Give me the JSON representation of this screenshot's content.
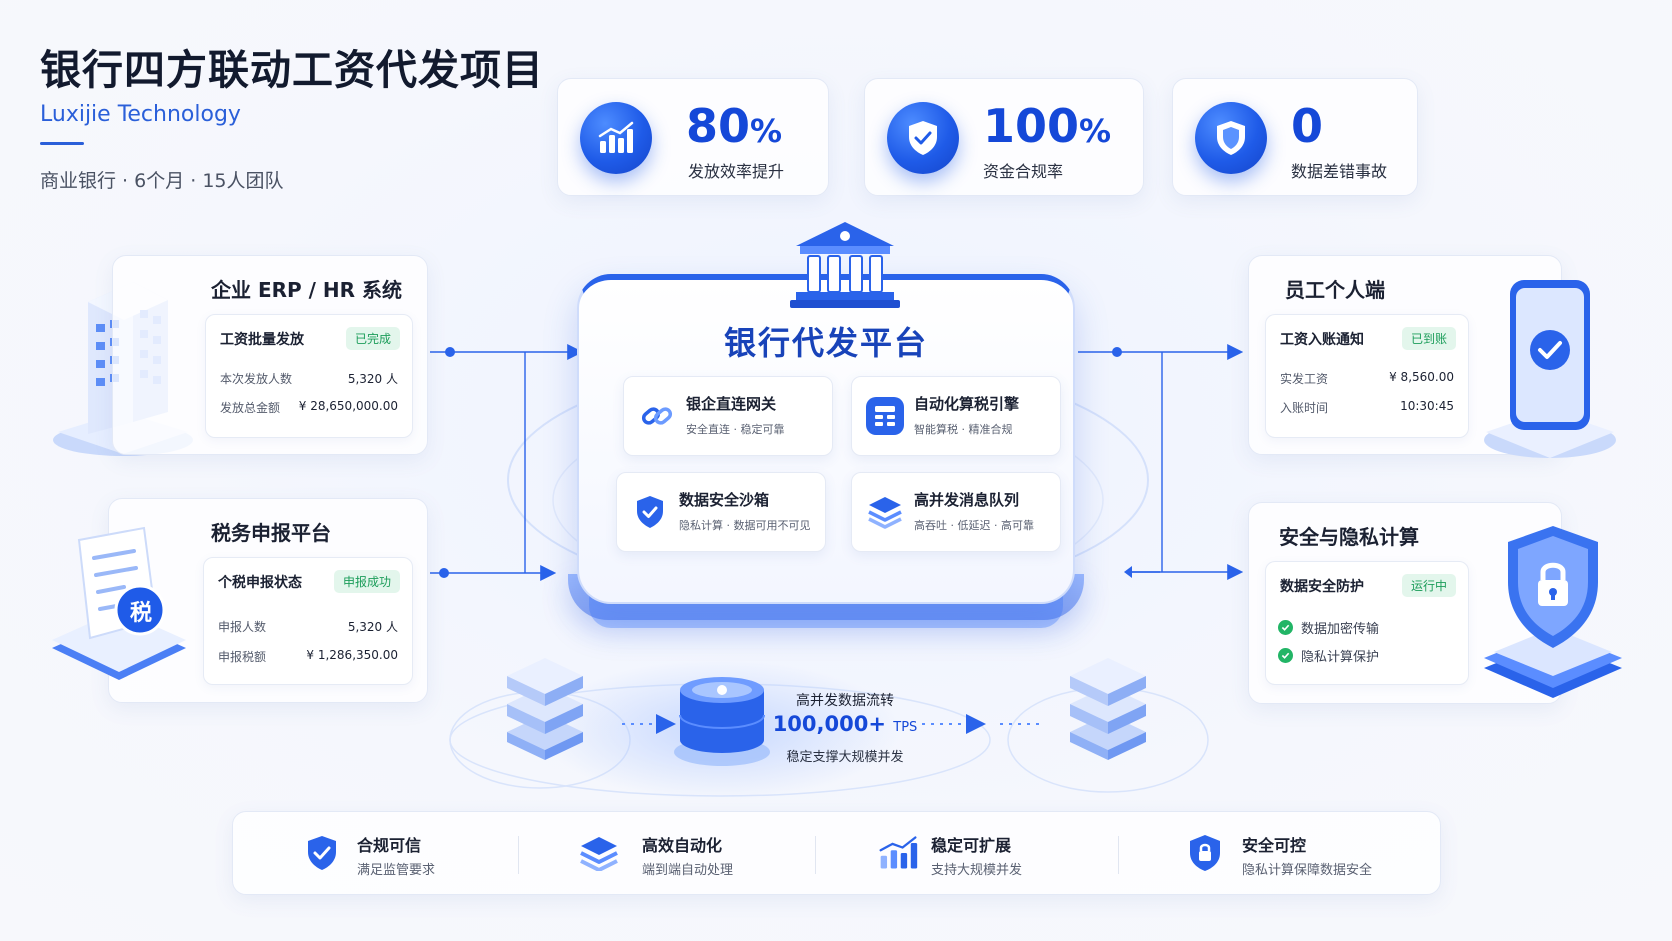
{
  "header": {
    "title": "银行四方联动工资代发项目",
    "subtitle": "Luxijie Technology",
    "meta": "商业银行 · 6个月 · 15人团队"
  },
  "kpis": [
    {
      "value": "80",
      "unit": "%",
      "label": "发放效率提升",
      "icon": "bar-chart-icon"
    },
    {
      "value": "100",
      "unit": "%",
      "label": "资金合规率",
      "icon": "shield-check-icon"
    },
    {
      "value": "0",
      "unit": "",
      "label": "数据差错事故",
      "icon": "shield-icon"
    }
  ],
  "erp": {
    "title": "企业 ERP / HR 系统",
    "card_title": "工资批量发放",
    "badge": "已完成",
    "rows": [
      {
        "label": "本次发放人数",
        "value": "5,320 人"
      },
      {
        "label": "发放总金额",
        "value": "¥ 28,650,000.00"
      }
    ]
  },
  "tax": {
    "title": "税务申报平台",
    "card_title": "个税申报状态",
    "badge": "申报成功",
    "icon_text": "税",
    "rows": [
      {
        "label": "申报人数",
        "value": "5,320 人"
      },
      {
        "label": "申报税额",
        "value": "¥ 1,286,350.00"
      }
    ]
  },
  "employee": {
    "title": "员工个人端",
    "card_title": "工资入账通知",
    "badge": "已到账",
    "rows": [
      {
        "label": "实发工资",
        "value": "¥ 8,560.00"
      },
      {
        "label": "入账时间",
        "value": "10:30:45"
      }
    ]
  },
  "security": {
    "title": "安全与隐私计算",
    "card_title": "数据安全防护",
    "badge": "运行中",
    "items": [
      "数据加密传输",
      "隐私计算保护"
    ]
  },
  "platform": {
    "title": "银行代发平台",
    "modules": [
      {
        "title": "银企直连网关",
        "desc": "安全直连 · 稳定可靠",
        "icon": "link-icon"
      },
      {
        "title": "自动化算税引擎",
        "desc": "智能算税 · 精准合规",
        "icon": "calculator-icon"
      },
      {
        "title": "数据安全沙箱",
        "desc": "隐私计算 · 数据可用不可见",
        "icon": "shield-check-icon"
      },
      {
        "title": "高并发消息队列",
        "desc": "高吞吐 · 低延迟 · 高可靠",
        "icon": "layers-icon"
      }
    ]
  },
  "flow": {
    "title": "高并发数据流转",
    "value": "100,000+",
    "unit": "TPS",
    "desc": "稳定支撑大规模并发"
  },
  "features": [
    {
      "title": "合规可信",
      "desc": "满足监管要求",
      "icon": "shield-check-icon"
    },
    {
      "title": "高效自动化",
      "desc": "端到端自动处理",
      "icon": "layers-icon"
    },
    {
      "title": "稳定可扩展",
      "desc": "支持大规模并发",
      "icon": "bar-chart-icon"
    },
    {
      "title": "安全可控",
      "desc": "隐私计算保障数据安全",
      "icon": "lock-icon"
    }
  ],
  "colors": {
    "primary": "#1f5be8",
    "primary_dark": "#1548d8",
    "success": "#22b566",
    "badge_bg": "#e3f6ec"
  }
}
